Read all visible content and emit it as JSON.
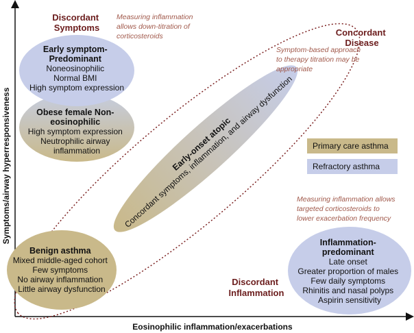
{
  "colors": {
    "primary_care": "#c9b98a",
    "refractory": "#c6cde9",
    "discordant_label": "#6b1d1d",
    "note": "#a0584a",
    "dashed_line": "#7a1f1f"
  },
  "axes": {
    "x_label": "Eosinophilic inflammation/exacerbations",
    "y_label": "Symptoms/airway hyperresponsiveness"
  },
  "regions": {
    "discordant_symptoms": [
      "Discordant",
      "Symptoms"
    ],
    "concordant_disease": [
      "Concordant",
      "Disease"
    ],
    "discordant_inflammation": [
      "Discordant",
      "Inflammation"
    ]
  },
  "notes": {
    "top_left": [
      "Measuring inflammation",
      "allows down-titration of",
      "corticosteroids"
    ],
    "top_right": [
      "Symptom-based approach",
      "to therapy titration may be",
      "appropriate"
    ],
    "bottom_right": [
      "Measuring inflammation allows",
      "targeted corticosteroids to",
      "lower exacerbation frequency"
    ]
  },
  "clusters": {
    "early_symptom": {
      "title": [
        "Early symptom-",
        "Predominant"
      ],
      "lines": [
        "Noneosinophilic",
        "Normal BMI",
        "High symptom expression"
      ]
    },
    "obese_female": {
      "title": [
        "Obese female Non-",
        "eosinophilic"
      ],
      "lines": [
        "High symptom expression",
        "Neutrophilic airway",
        "inflammation"
      ]
    },
    "early_onset": {
      "title": "Early-onset atopic",
      "lines": [
        "Concordant symptoms, inflammation, and airway dysfunction"
      ]
    },
    "benign": {
      "title": "Benign asthma",
      "lines": [
        "Mixed middle-aged cohort",
        "Few symptoms",
        "No airway inflammation",
        "Little airway dysfunction"
      ]
    },
    "inflammation_predominant": {
      "title": [
        "Inflammation-",
        "predominant"
      ],
      "lines": [
        "Late onset",
        "Greater proportion of males",
        "Few daily symptoms",
        "Rhinitis and nasal polyps",
        "Aspirin sensitivity"
      ]
    }
  },
  "legend": [
    {
      "label": "Primary care asthma"
    },
    {
      "label": "Refractory asthma"
    }
  ]
}
